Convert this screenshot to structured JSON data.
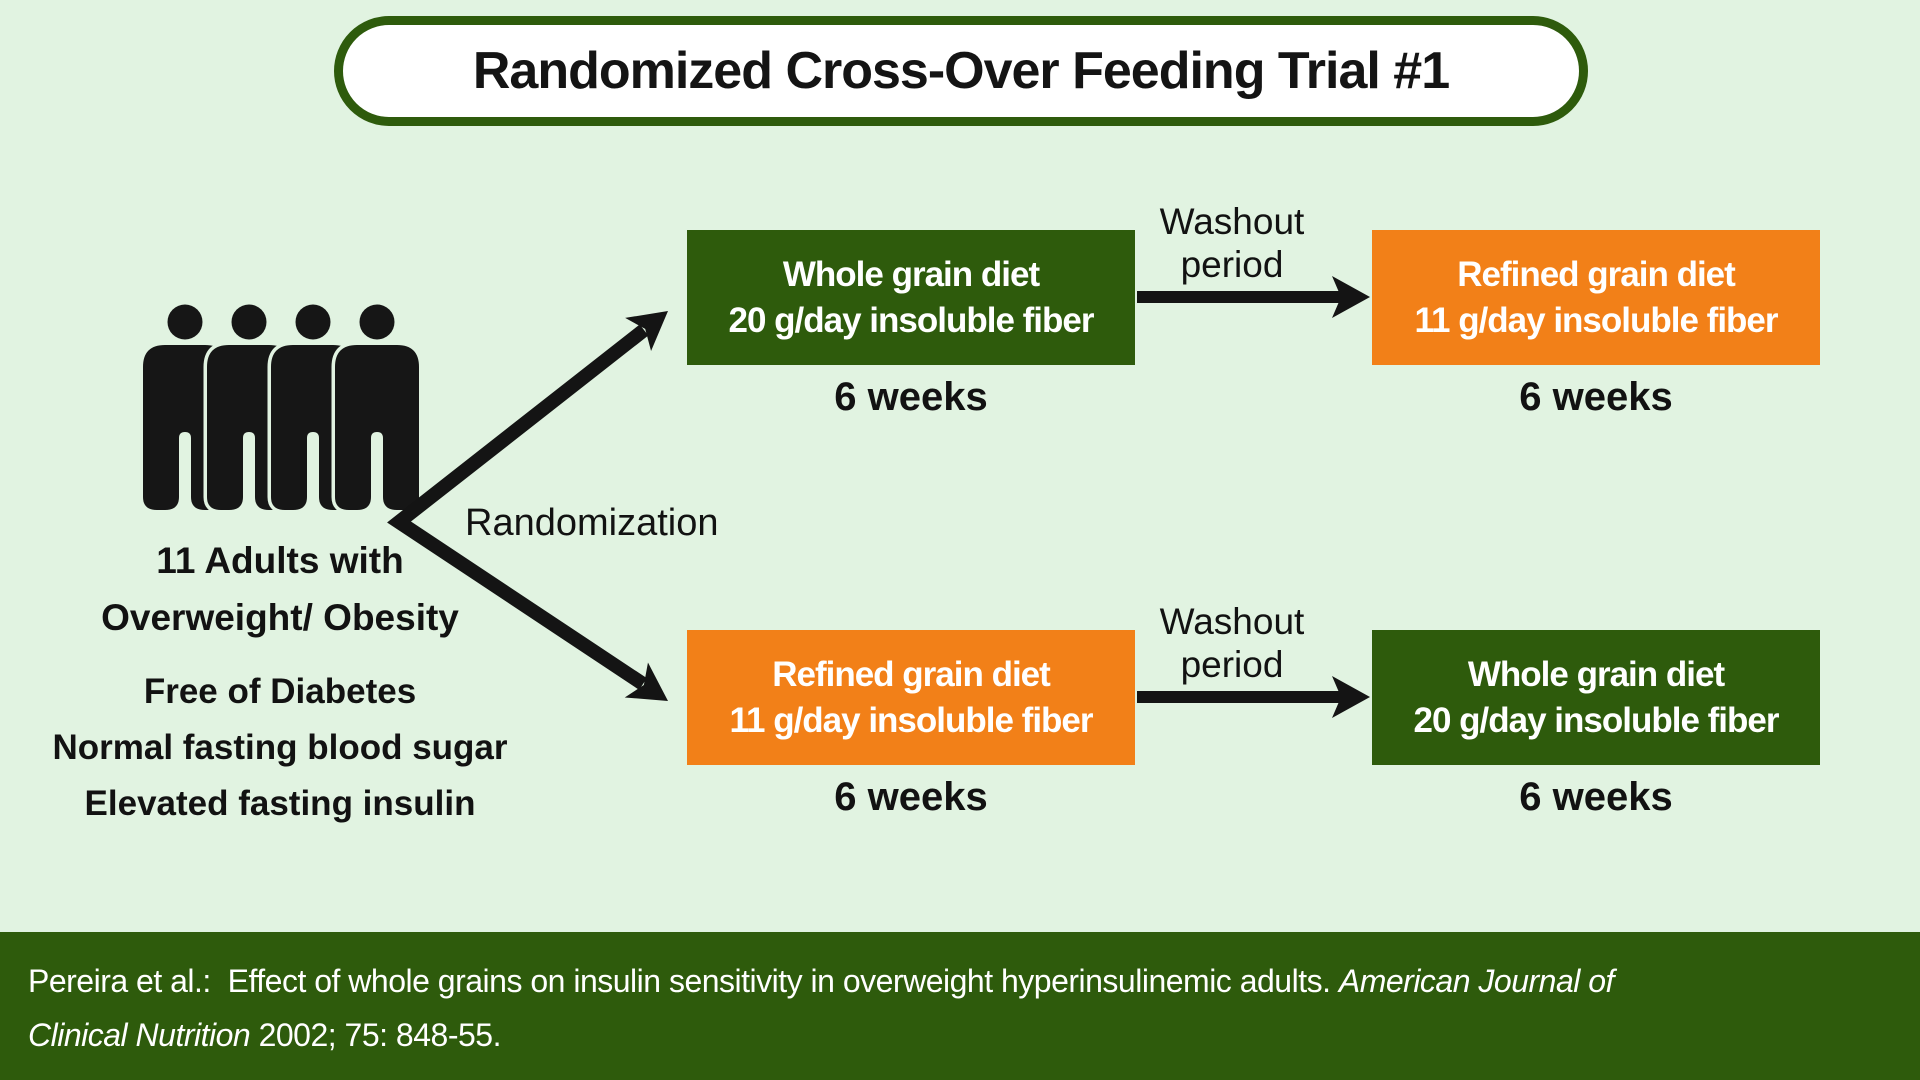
{
  "title": "Randomized Cross-Over Feeding Trial #1",
  "colors": {
    "background": "#E1F3E1",
    "dark_green": "#2E5B0C",
    "orange": "#F28018",
    "text_dark": "#141414",
    "text_white": "#FFFFFF"
  },
  "population": {
    "icon": "people-group-icon",
    "count_line": "11 Adults with",
    "condition_line": "Overweight/ Obesity",
    "criteria": [
      "Free of Diabetes",
      "Normal fasting blood sugar",
      "Elevated fasting insulin"
    ]
  },
  "randomization_label": "Randomization",
  "arms": {
    "top": {
      "first": {
        "title": "Whole grain diet",
        "subtitle": "20 g/day insoluble fiber",
        "duration": "6 weeks",
        "color": "#2E5B0C"
      },
      "washout": {
        "line1": "Washout",
        "line2": "period"
      },
      "second": {
        "title": "Refined grain diet",
        "subtitle": "11 g/day insoluble fiber",
        "duration": "6 weeks",
        "color": "#F28018"
      }
    },
    "bottom": {
      "first": {
        "title": "Refined grain diet",
        "subtitle": "11 g/day insoluble fiber",
        "duration": "6 weeks",
        "color": "#F28018"
      },
      "washout": {
        "line1": "Washout",
        "line2": "period"
      },
      "second": {
        "title": "Whole grain diet",
        "subtitle": "20 g/day insoluble fiber",
        "duration": "6 weeks",
        "color": "#2E5B0C"
      }
    }
  },
  "footer": {
    "line1_regular": "Pereira et al.:  Effect of whole grains on insulin sensitivity in overweight hyperinsulinemic adults. ",
    "line1_italic": "American Journal of",
    "line2_italic": "Clinical Nutrition",
    "line2_regular": " 2002; 75: 848-55."
  }
}
